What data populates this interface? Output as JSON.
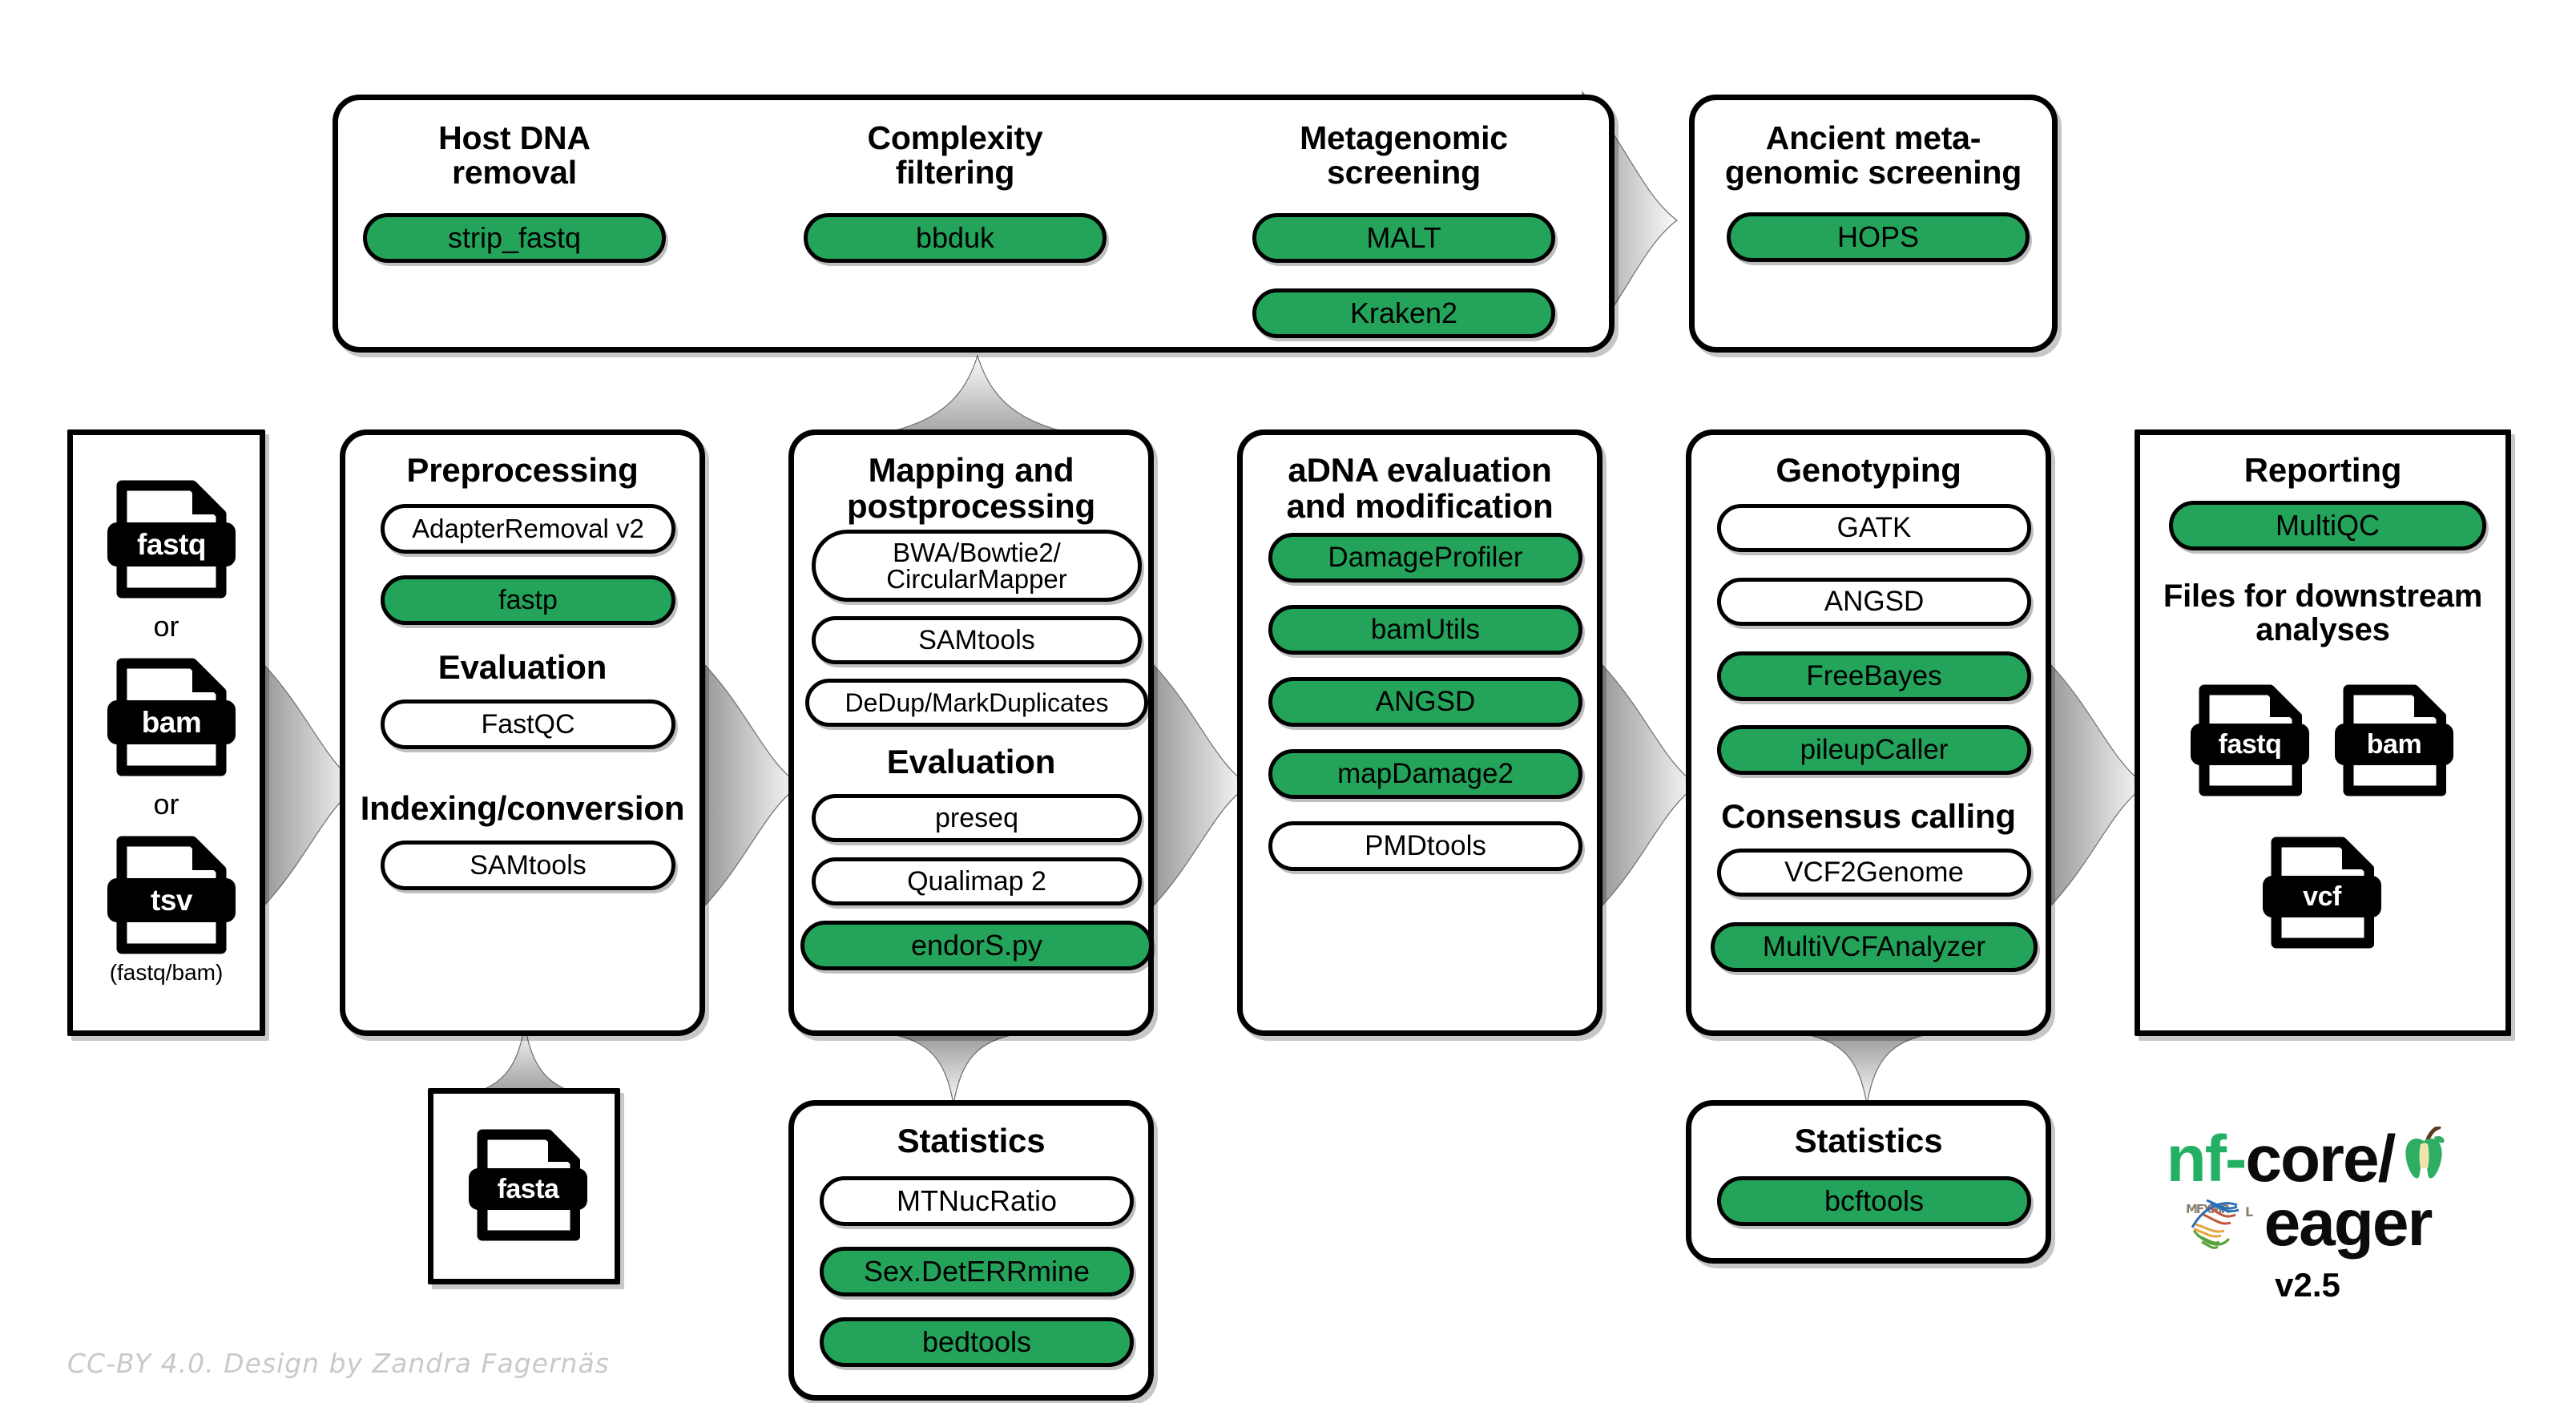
{
  "meta": {
    "credit": "CC-BY 4.0. Design by Zandra Fagernäs",
    "accent_green": "#23a45a",
    "outline_black": "#000000",
    "background": "#ffffff"
  },
  "logo": {
    "line1_nf": "nf",
    "line1_dash": "-",
    "line1_core": "core/",
    "line2": "eager",
    "version": "v2.5",
    "apple_icon": "apple-core-icon",
    "dna_icon": "dna-helix-icon"
  },
  "input": {
    "files": [
      {
        "label": "fastq",
        "icon": "file-fastq-icon"
      },
      {
        "label": "bam",
        "icon": "file-bam-icon"
      },
      {
        "label": "tsv",
        "icon": "file-tsv-icon"
      }
    ],
    "or1": "or",
    "or2": "or",
    "caption": "(fastq/bam)"
  },
  "reference": {
    "file": {
      "label": "fasta",
      "icon": "file-fasta-icon"
    }
  },
  "screening_group": {
    "columns": [
      {
        "title": "Host DNA\nremoval",
        "title_lines": [
          "Host DNA",
          "removal"
        ],
        "tools": [
          {
            "label": "strip_fastq",
            "green": true
          }
        ]
      },
      {
        "title": "Complexity\nfiltering",
        "title_lines": [
          "Complexity",
          "filtering"
        ],
        "tools": [
          {
            "label": "bbduk",
            "green": true
          }
        ]
      },
      {
        "title": "Metagenomic\nscreening",
        "title_lines": [
          "Metagenomic",
          "screening"
        ],
        "tools": [
          {
            "label": "MALT",
            "green": true
          },
          {
            "label": "Kraken2",
            "green": true
          }
        ]
      }
    ]
  },
  "ancient_screening": {
    "title_lines": [
      "Ancient meta-",
      "genomic screening"
    ],
    "tools": [
      {
        "label": "HOPS",
        "green": true
      }
    ]
  },
  "stages": [
    {
      "id": "preprocessing",
      "title": "Preprocessing",
      "items": [
        {
          "type": "pill",
          "label": "AdapterRemoval v2",
          "green": false
        },
        {
          "type": "pill",
          "label": "fastp",
          "green": true
        },
        {
          "type": "heading",
          "label": "Evaluation"
        },
        {
          "type": "pill",
          "label": "FastQC",
          "green": false
        },
        {
          "type": "heading",
          "label": "Indexing/conversion"
        },
        {
          "type": "pill",
          "label": "SAMtools",
          "green": false
        }
      ]
    },
    {
      "id": "mapping",
      "title_lines": [
        "Mapping and",
        "postprocessing"
      ],
      "items": [
        {
          "type": "pill",
          "label": "BWA/Bowtie2/\nCircularMapper",
          "lines": [
            "BWA/Bowtie2/",
            "CircularMapper"
          ],
          "green": false
        },
        {
          "type": "pill",
          "label": "SAMtools",
          "green": false
        },
        {
          "type": "pill",
          "label": "DeDup/MarkDuplicates",
          "green": false
        },
        {
          "type": "heading",
          "label": "Evaluation"
        },
        {
          "type": "pill",
          "label": "preseq",
          "green": false
        },
        {
          "type": "pill",
          "label": "Qualimap 2",
          "green": false
        },
        {
          "type": "pill",
          "label": "endorS.py",
          "green": true
        }
      ]
    },
    {
      "id": "adna",
      "title_lines": [
        "aDNA evaluation",
        "and modification"
      ],
      "items": [
        {
          "type": "pill",
          "label": "DamageProfiler",
          "green": true
        },
        {
          "type": "pill",
          "label": "bamUtils",
          "green": true
        },
        {
          "type": "pill",
          "label": "ANGSD",
          "green": true
        },
        {
          "type": "pill",
          "label": "mapDamage2",
          "green": true
        },
        {
          "type": "pill",
          "label": "PMDtools",
          "green": false
        }
      ]
    },
    {
      "id": "genotyping",
      "title": "Genotyping",
      "items": [
        {
          "type": "pill",
          "label": "GATK",
          "green": false
        },
        {
          "type": "pill",
          "label": "ANGSD",
          "green": false
        },
        {
          "type": "pill",
          "label": "FreeBayes",
          "green": true
        },
        {
          "type": "pill",
          "label": "pileupCaller",
          "green": true
        },
        {
          "type": "heading",
          "label": "Consensus calling"
        },
        {
          "type": "pill",
          "label": "VCF2Genome",
          "green": false
        },
        {
          "type": "pill",
          "label": "MultiVCFAnalyzer",
          "green": true
        }
      ]
    },
    {
      "id": "reporting",
      "title": "Reporting",
      "items": [
        {
          "type": "pill",
          "label": "MultiQC",
          "green": true
        },
        {
          "type": "heading2",
          "label": "Files for downstream\nanalyses",
          "lines": [
            "Files for downstream",
            "analyses"
          ]
        }
      ],
      "output_files": [
        {
          "label": "fastq",
          "icon": "file-fastq-icon"
        },
        {
          "label": "bam",
          "icon": "file-bam-icon"
        },
        {
          "label": "vcf",
          "icon": "file-vcf-icon"
        }
      ]
    }
  ],
  "statistics_mapping": {
    "title": "Statistics",
    "items": [
      {
        "label": "MTNucRatio",
        "green": false
      },
      {
        "label": "Sex.DetERRmine",
        "green": true
      },
      {
        "label": "bedtools",
        "green": true
      }
    ]
  },
  "statistics_genotyping": {
    "title": "Statistics",
    "items": [
      {
        "label": "bcftools",
        "green": true
      }
    ]
  }
}
